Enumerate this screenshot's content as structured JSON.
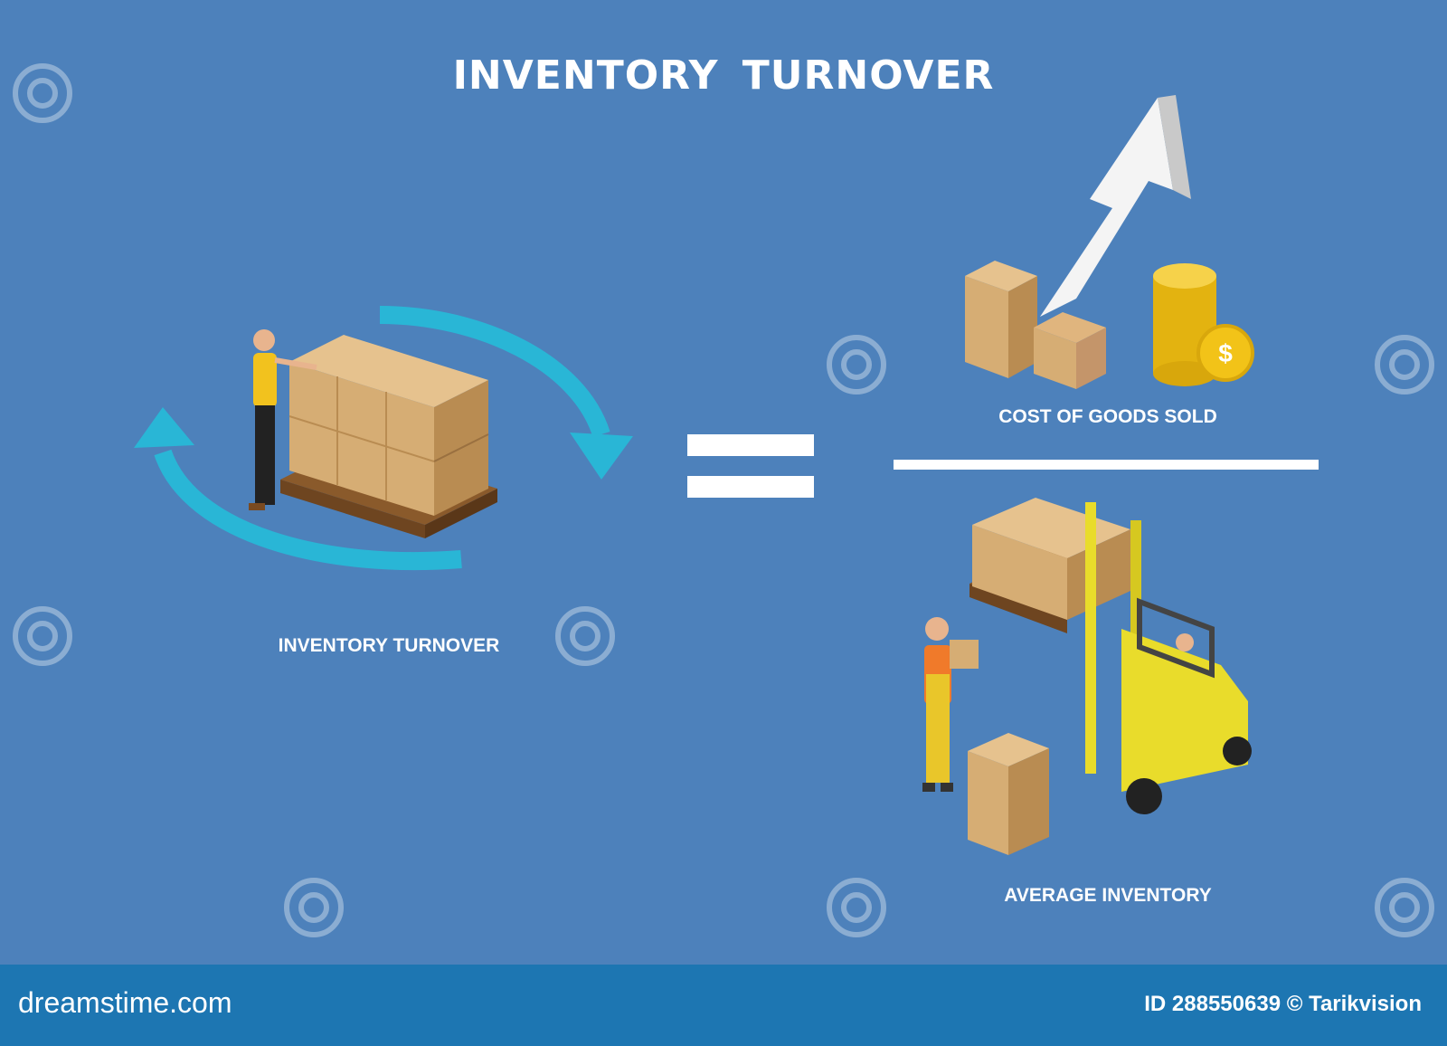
{
  "title": "INVENTORY  TURNOVER",
  "labels": {
    "turnover": "INVENTORY TURNOVER",
    "cogs": "COST OF GOODS SOLD",
    "avg_inventory": "AVERAGE INVENTORY"
  },
  "footer": {
    "brand": "dreamstime.com",
    "image_id": "ID 288550639 © Tarikvision"
  },
  "colors": {
    "background": "#4d81bb",
    "footer": "#1d76b2",
    "cycle_arrow": "#29b6d6",
    "box": "#d6ad74",
    "coin": "#f2c318",
    "forklift": "#e9dc2b"
  },
  "icons": [
    "cycle-arrows-icon",
    "box-pallet-icon",
    "up-arrow-icon",
    "coin-stack-icon",
    "forklift-icon",
    "spiral-watermark-icon"
  ]
}
